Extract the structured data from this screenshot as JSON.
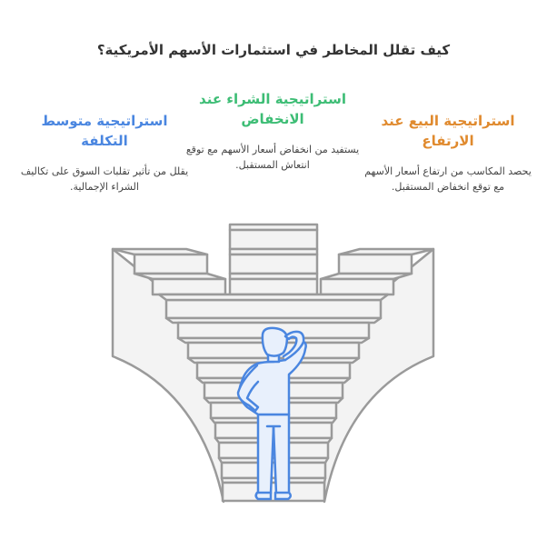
{
  "title": "كيف تقلل المخاطر في استثمارات الأسهم الأمريكية؟",
  "colors": {
    "avg_cost": "#4a86e0",
    "buy_low": "#3dbd75",
    "sell_high": "#e08a2e",
    "stairs_stroke": "#9a9a9a",
    "stairs_fill": "#f3f3f3",
    "person_stroke": "#4a86e0",
    "person_fill": "#e8f0fc"
  },
  "strategies": [
    {
      "id": "avg_cost",
      "heading": "استراتيجية متوسط التكلفة",
      "description": "يقلل من تأثير تقلبات السوق على تكاليف الشراء الإجمالية."
    },
    {
      "id": "buy_low",
      "heading": "استراتيجية الشراء عند الانخفاض",
      "description": "يستفيد من انخفاض أسعار الأسهم مع توقع انتعاش المستقبل."
    },
    {
      "id": "sell_high",
      "heading": "استراتيجية البيع عند الارتفاع",
      "description": "يحصد المكاسب من ارتفاع أسعار الأسهم مع توقع انخفاض المستقبل."
    }
  ],
  "illustration": {
    "subject": "person-facing-three-staircases",
    "staircases": [
      "left",
      "center",
      "right"
    ]
  }
}
